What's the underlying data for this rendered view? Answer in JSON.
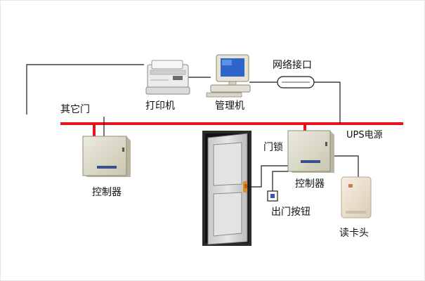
{
  "labels": {
    "printer": "打印机",
    "manager_pc": "管理机",
    "network_port": "网络接口",
    "other_doors": "其它门",
    "ups_power": "UPS电源",
    "door_lock": "门锁",
    "controller_left": "控制器",
    "controller_right": "控制器",
    "exit_button": "出门按钮",
    "card_reader": "读卡头"
  },
  "colors": {
    "bus": "#e8141b",
    "wire": "#1a1a1a",
    "controller_body": "#dcd9c6",
    "door_frame": "#3a3a3a",
    "door_panel": "#d7d7d7"
  }
}
